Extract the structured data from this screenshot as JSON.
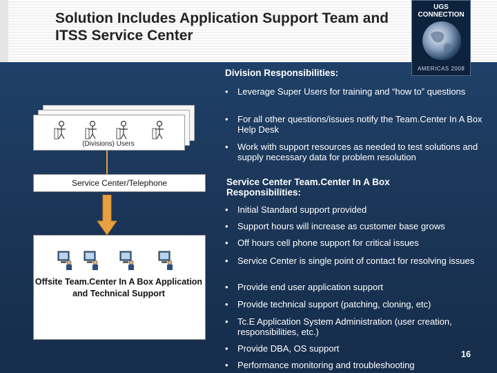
{
  "title": "Solution Includes Application Support Team and ITSS Service Center",
  "logo": {
    "top": "UGS CONNECTION",
    "bottom": "AMERICAS 2008"
  },
  "diagram": {
    "users_label": "(Divisions) Users",
    "service_center_label": "Service Center/Telephone",
    "offsite_label": "Offsite Team.Center In A Box Application and Technical Support",
    "user_icon": "person-icon",
    "computer_icon": "computer-user-icon",
    "arrow_color": "#e8a040"
  },
  "division": {
    "heading": "Division Responsibilities:",
    "bullets": [
      "Leverage Super Users for training and “how to” questions",
      "For all other questions/issues notify the Team.Center In A Box Help Desk",
      "Work with support resources as needed to test solutions and supply necessary data for problem resolution"
    ]
  },
  "service": {
    "heading": "Service Center Team.Center In A Box Responsibilities:",
    "bullets": [
      "Initial Standard support provided",
      "Support hours will increase as customer base grows",
      "Off hours cell phone support for critical issues",
      "Service Center is single point of contact for resolving issues",
      "Provide end user application support",
      "Provide technical support (patching, cloning, etc)",
      "Tc.E Application System Administration (user creation, responsibilities, etc.)",
      "Provide DBA, OS support",
      "Performance monitoring and troubleshooting"
    ]
  },
  "bullet_char": "•",
  "page_number": "16"
}
